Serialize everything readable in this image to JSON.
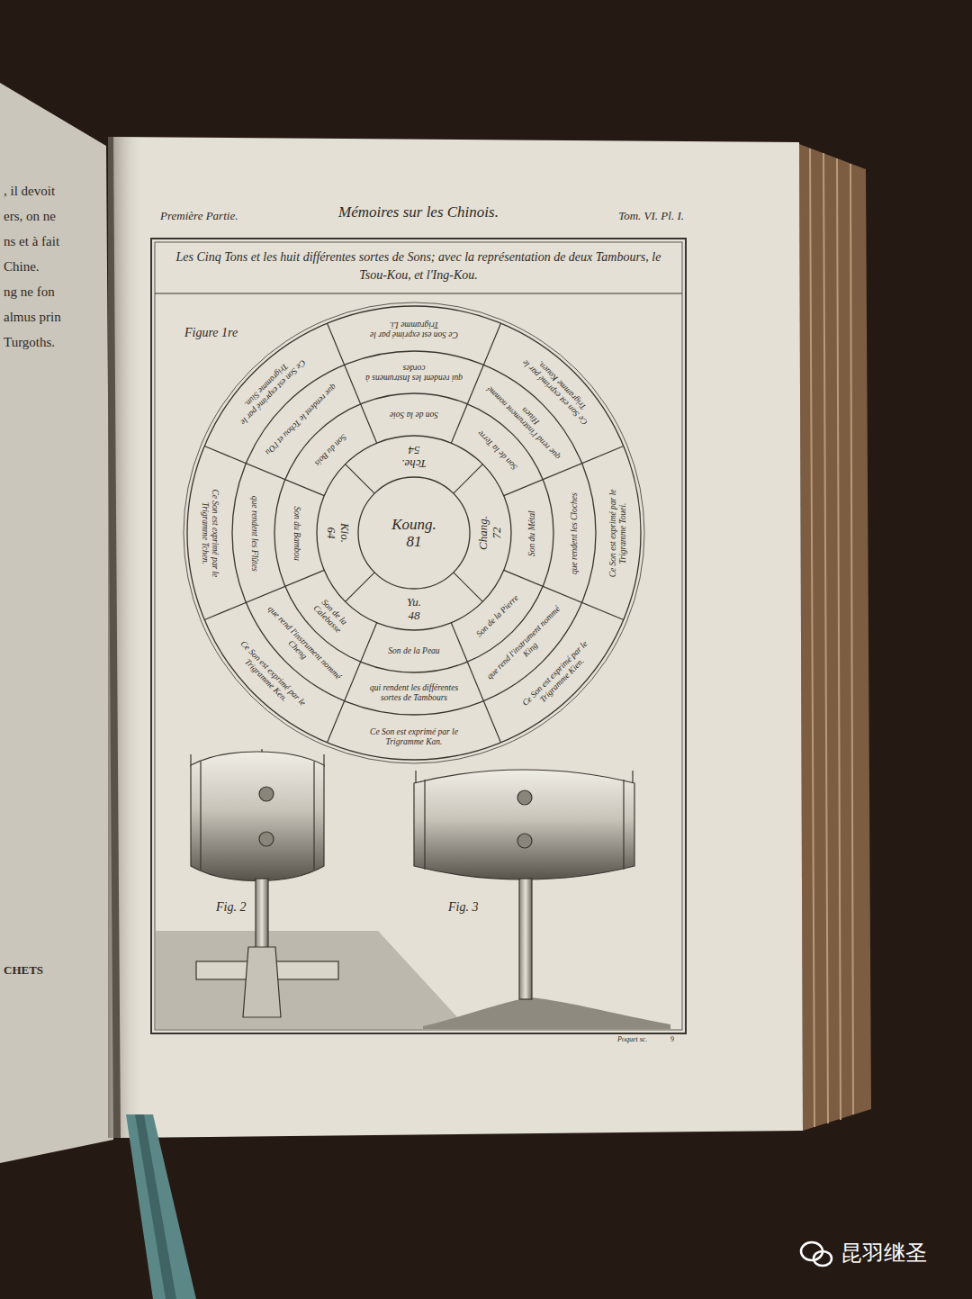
{
  "diagram": {
    "title": "Les Cinq Tons et les huit différentes sortes de Sons; avec la représentation de deux Tambours, le Tsou-Kou, et l'Ing-Kou.",
    "nodes": [
      {
        "text": [
          "Koung.",
          "81"
        ]
      },
      {
        "text": [
          "Tche.",
          "54"
        ]
      },
      {
        "text": [
          "Chang.",
          "72"
        ]
      },
      {
        "text": [
          "Yu.",
          "48"
        ]
      },
      {
        "text": [
          "Kio.",
          "64"
        ]
      },
      {
        "text": [
          "Son de la Soie"
        ]
      },
      {
        "text": [
          "Son de la Terre"
        ]
      },
      {
        "text": [
          "Son du Métal"
        ]
      },
      {
        "text": [
          "Son de la Pierre"
        ]
      },
      {
        "text": [
          "Son de la Peau"
        ]
      },
      {
        "text": [
          "Son de la Calebasse"
        ]
      },
      {
        "text": [
          "Son du Bambou"
        ]
      },
      {
        "text": [
          "Son du Bois"
        ]
      },
      {
        "text": [
          "qui rendent les Instrumens à cordes"
        ]
      },
      {
        "text": [
          "que rend l'instrument nommé Hiuen"
        ]
      },
      {
        "text": [
          "que rendent les Cloches"
        ]
      },
      {
        "text": [
          "que rend l'instrument nommé King"
        ]
      },
      {
        "text": [
          "qui rendent les différentes sortes de Tambours"
        ]
      },
      {
        "text": [
          "que rend l'instrument nommé Cheng"
        ]
      },
      {
        "text": [
          "que rendent les Flûtes"
        ]
      },
      {
        "text": [
          "que rendent le Tchou et l'Ou"
        ]
      },
      {
        "text": [
          "Ce Son est exprimé par le Trigramme Li."
        ]
      },
      {
        "text": [
          "Ce Son est exprimé par le Trigramme Kouen."
        ]
      },
      {
        "text": [
          "Ce Son est exprimé par le Trigramme Touei."
        ]
      },
      {
        "text": [
          "Ce Son est exprimé par le Trigramme Kien."
        ]
      },
      {
        "text": [
          "Ce Son est exprimé par le Trigramme Kan."
        ]
      },
      {
        "text": [
          "Ce Son est exprimé par le Trigramme Ken."
        ]
      },
      {
        "text": [
          "Ce Son est exprimé par le Trigramme Tchen."
        ]
      },
      {
        "text": [
          "Ce Son est exprimé par le Trigramme Siun."
        ]
      }
    ],
    "labels": [
      "Première Partie.",
      "Mémoires sur les Chinois.",
      "Tom. VI. Pl. I.",
      "Figure 1re",
      "Fig. 2",
      "Fig. 3",
      "Poquet sc.",
      "9",
      ", il devoit",
      "ers, on ne",
      "ns et à fait",
      "Chine.",
      "ng ne fon",
      "almus prin",
      "Turgoths.",
      "CHETS",
      "昆羽继圣"
    ]
  }
}
